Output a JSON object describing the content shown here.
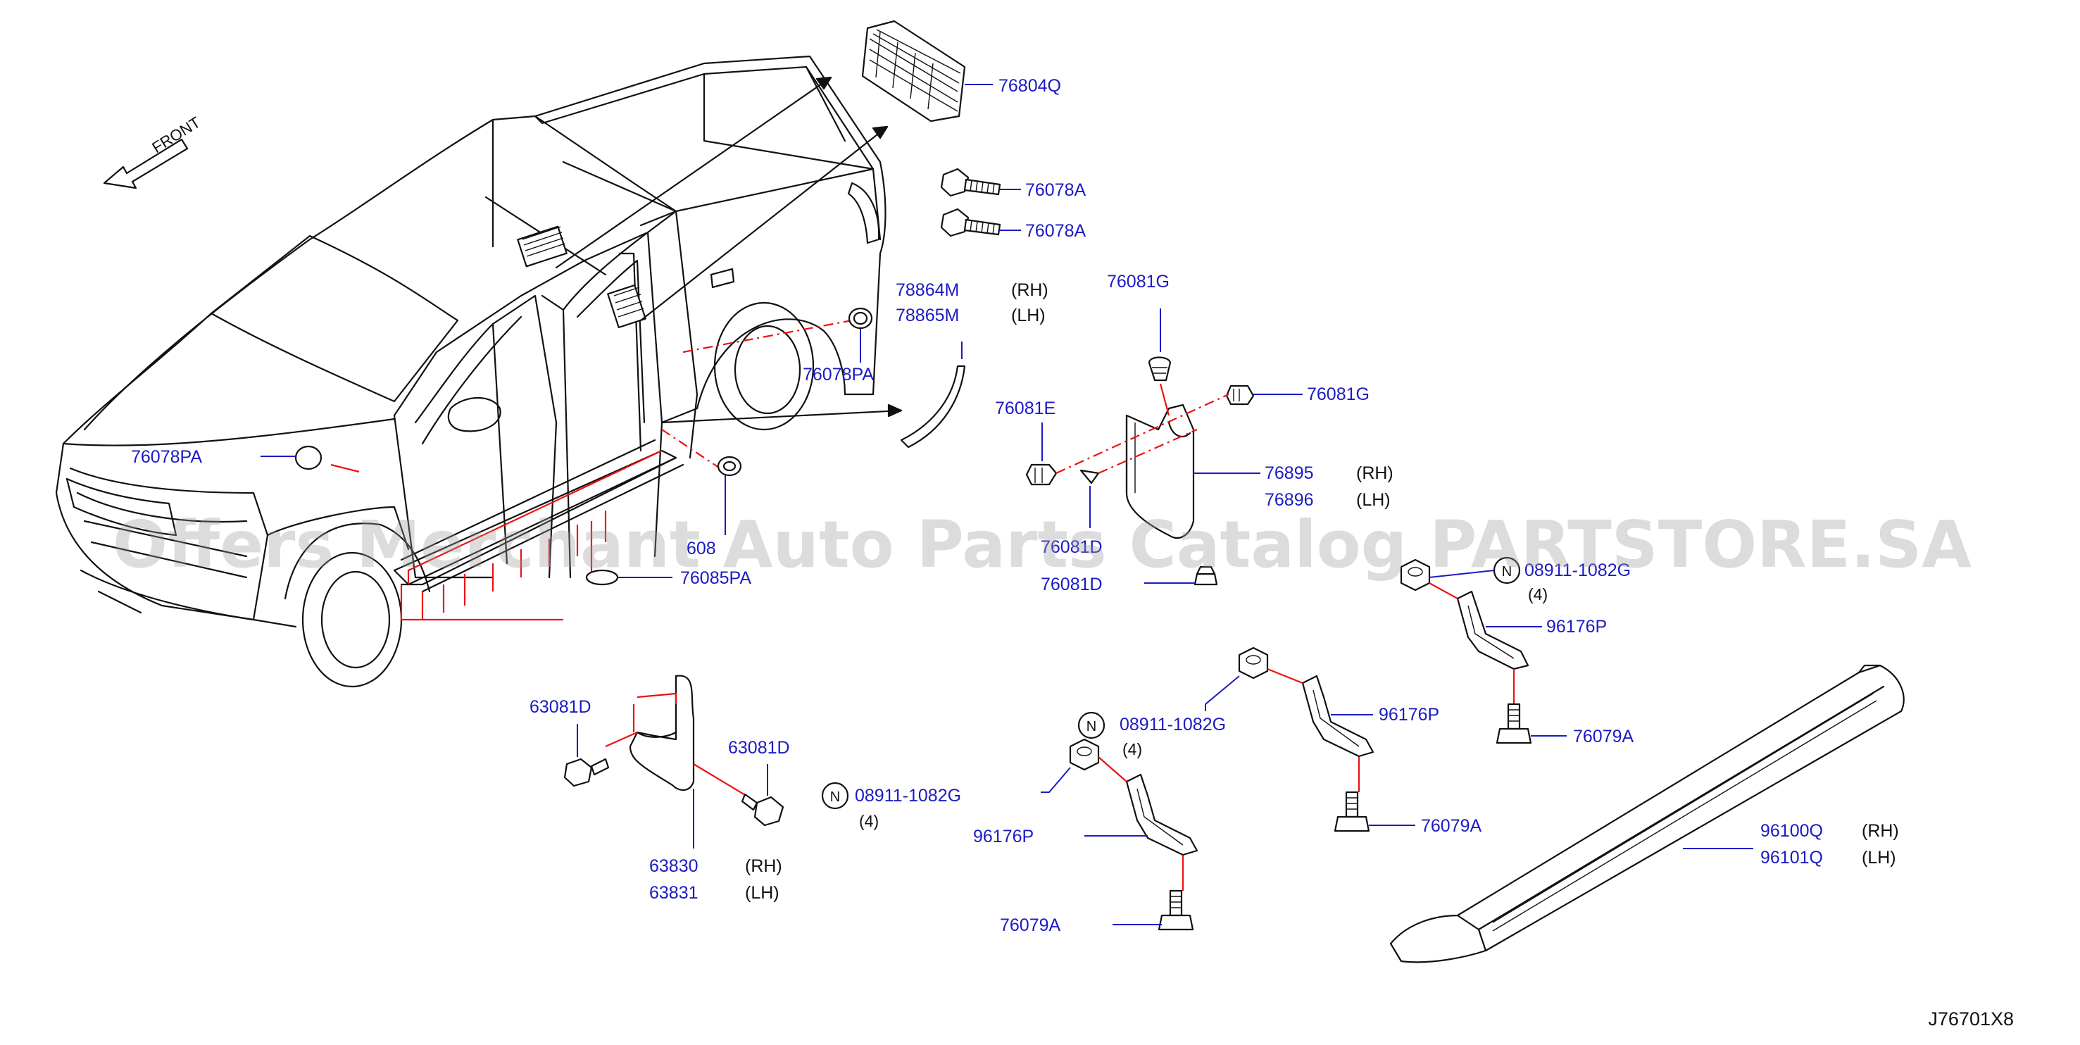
{
  "diagram_code": "J76701X8",
  "front_label": "FRONT",
  "watermark": "Offers Merchant Auto Parts Catalog PARTSTORE.SA",
  "parts": {
    "p76804Q": "76804Q",
    "p76078A_1": "76078A",
    "p76078A_2": "76078A",
    "p78864M": "78864M",
    "p78865M": "78865M",
    "p76078PA_right": "76078PA",
    "p76078PA_left": "76078PA",
    "p76081G_top": "76081G",
    "p76081G_right": "76081G",
    "p76081E": "76081E",
    "p76895": "76895",
    "p76896": "76896",
    "p76081D_1": "76081D",
    "p76081D_2": "76081D",
    "p6085_partial": "608",
    "p76085PA": "76085PA",
    "p08911_a": "08911-1082G",
    "p08911_b": "08911-1082G",
    "p08911_c": "08911-1082G",
    "p96176P_a": "96176P",
    "p96176P_b": "96176P",
    "p96176P_c": "96176P",
    "p76079A_a": "76079A",
    "p76079A_b": "76079A",
    "p76079A_c": "76079A",
    "p63081D_1": "63081D",
    "p63081D_2": "63081D",
    "p63830": "63830",
    "p63831": "63831",
    "p96100Q": "96100Q",
    "p96101Q": "96101Q"
  },
  "sides": {
    "rh": "(RH)",
    "lh": "(LH)"
  },
  "qty": {
    "four": "(4)"
  },
  "n_symbol": "N"
}
